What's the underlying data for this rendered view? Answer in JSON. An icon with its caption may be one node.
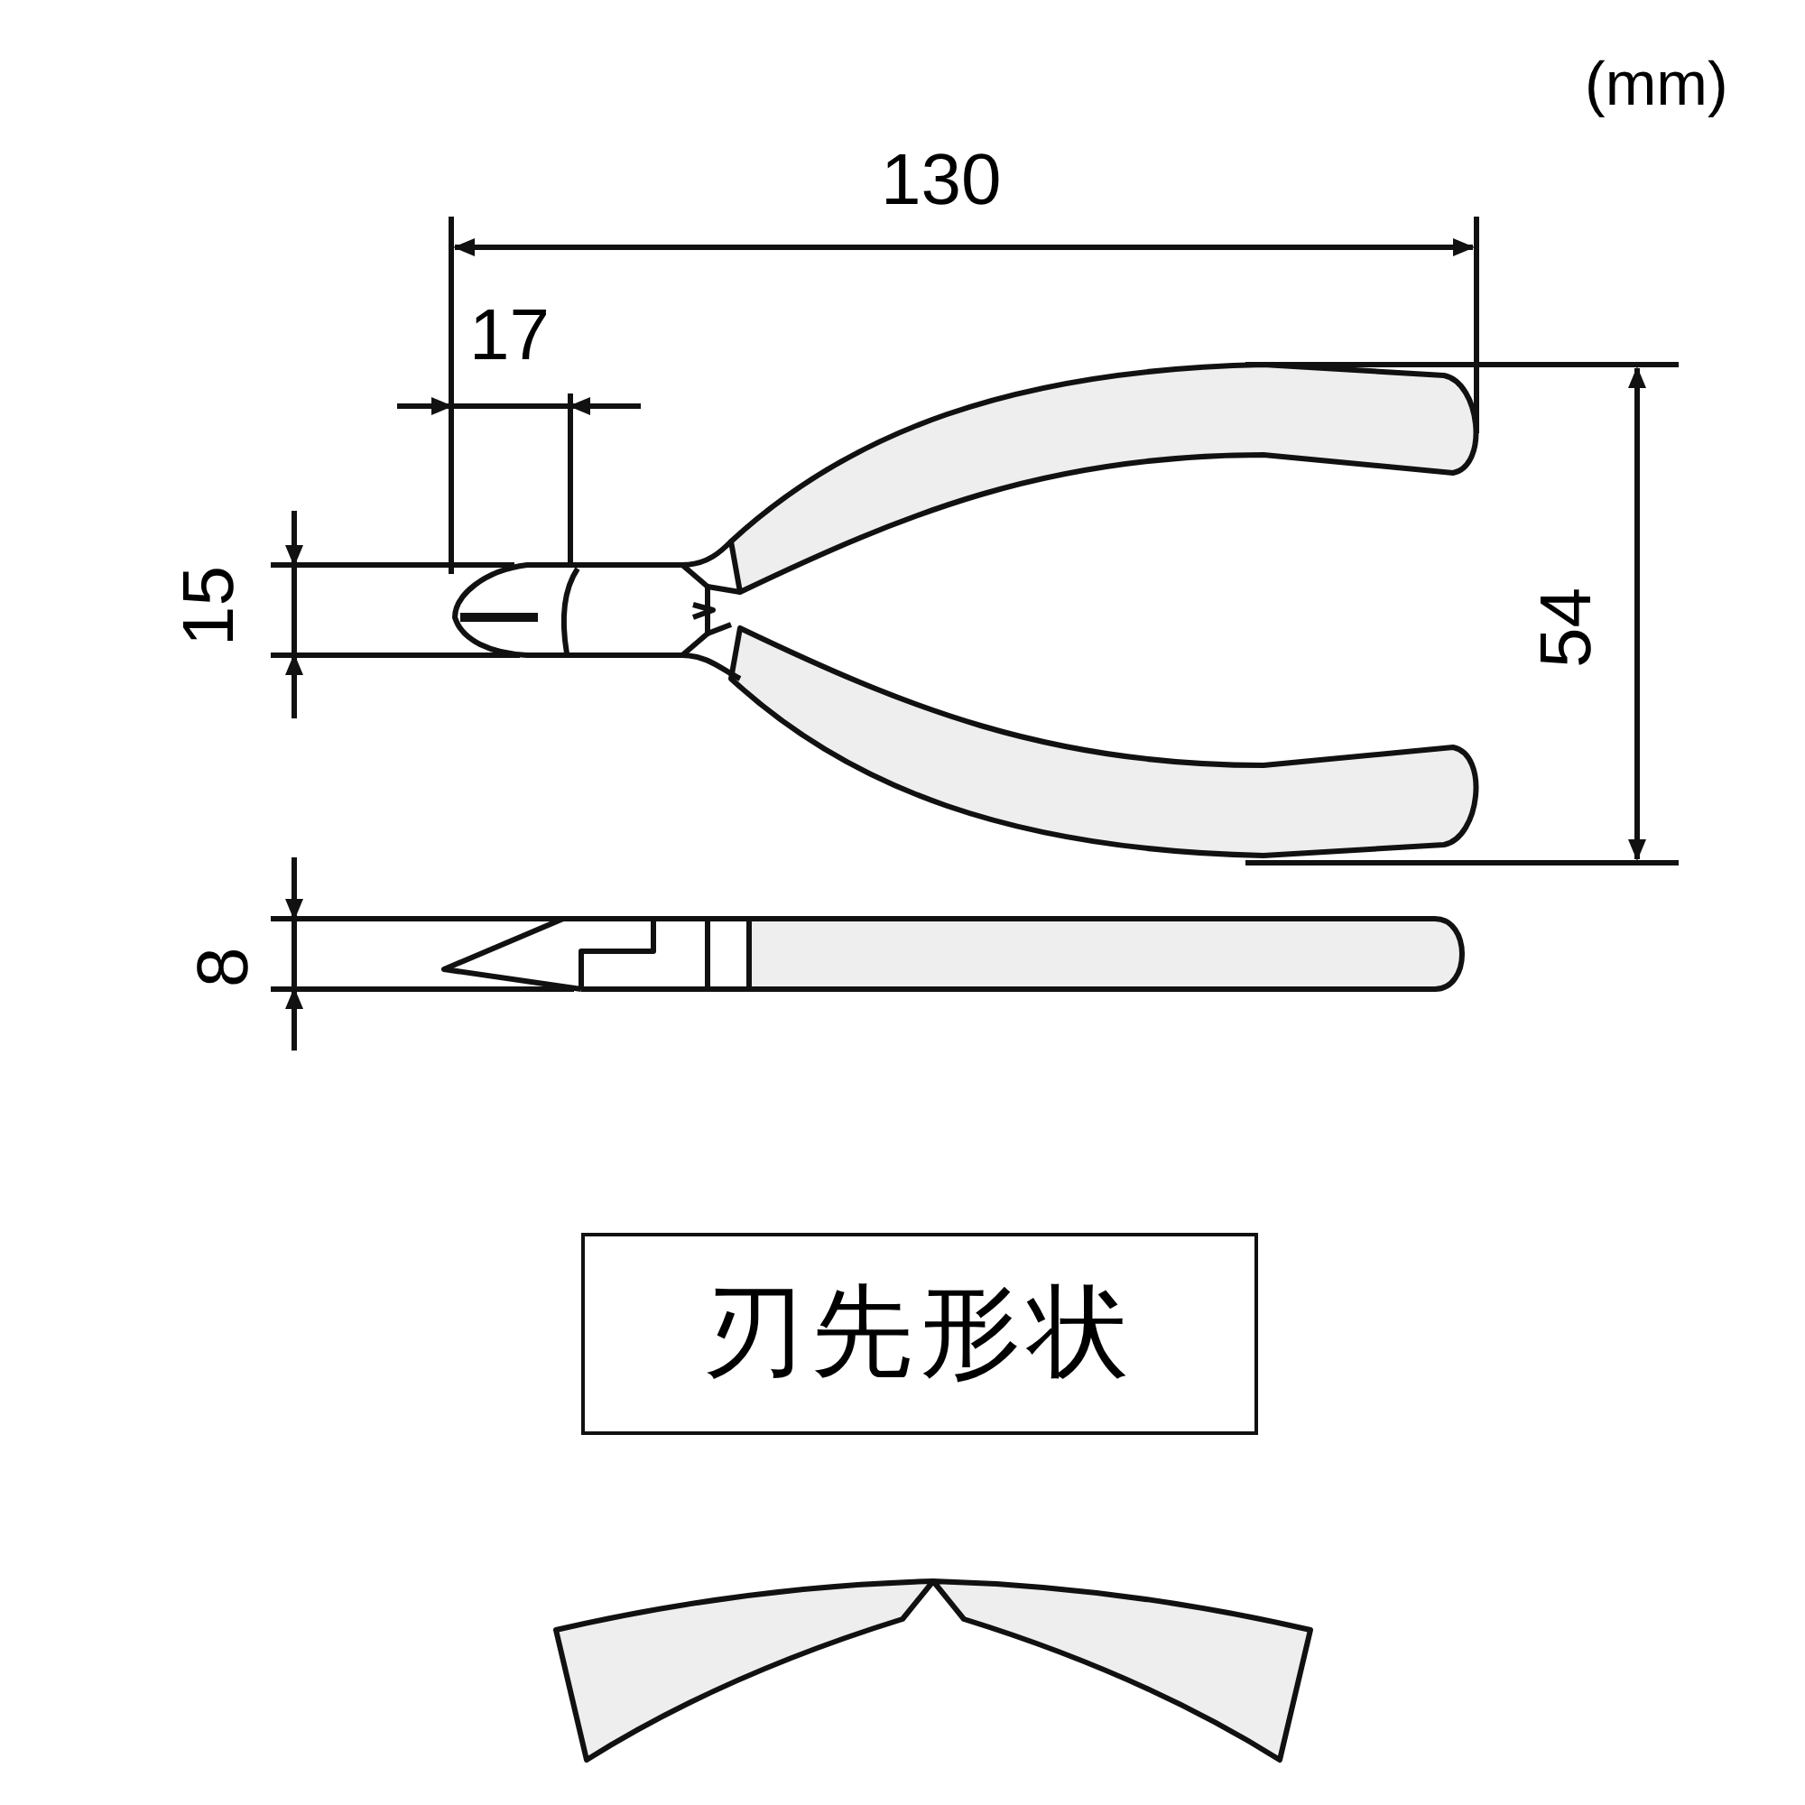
{
  "diagram": {
    "nodes": [
      {
        "text": [
          "刃先形状"
        ]
      }
    ],
    "edges": [],
    "labels": [
      "(mm)",
      "130",
      "17",
      "15",
      "54",
      "8"
    ]
  }
}
